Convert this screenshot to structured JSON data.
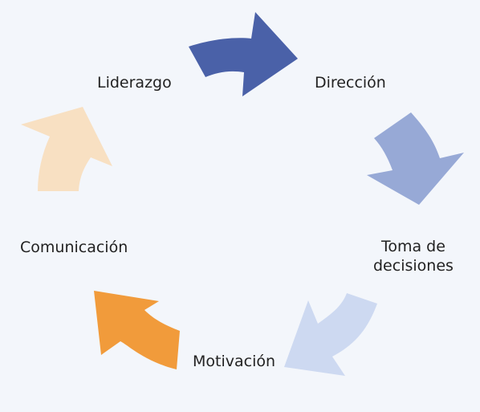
{
  "diagram": {
    "steps": [
      {
        "label": "Dirección",
        "color": "#4a61a8"
      },
      {
        "label": "Toma de\ndecisiones",
        "color": "#97a9d6"
      },
      {
        "label": "Motivación",
        "color": "#cdd9f1"
      },
      {
        "label": "Comunicación",
        "color": "#f19b3b"
      },
      {
        "label": "Liderazgo",
        "color": "#f8e0c2"
      }
    ],
    "background": "#f3f6fb"
  }
}
